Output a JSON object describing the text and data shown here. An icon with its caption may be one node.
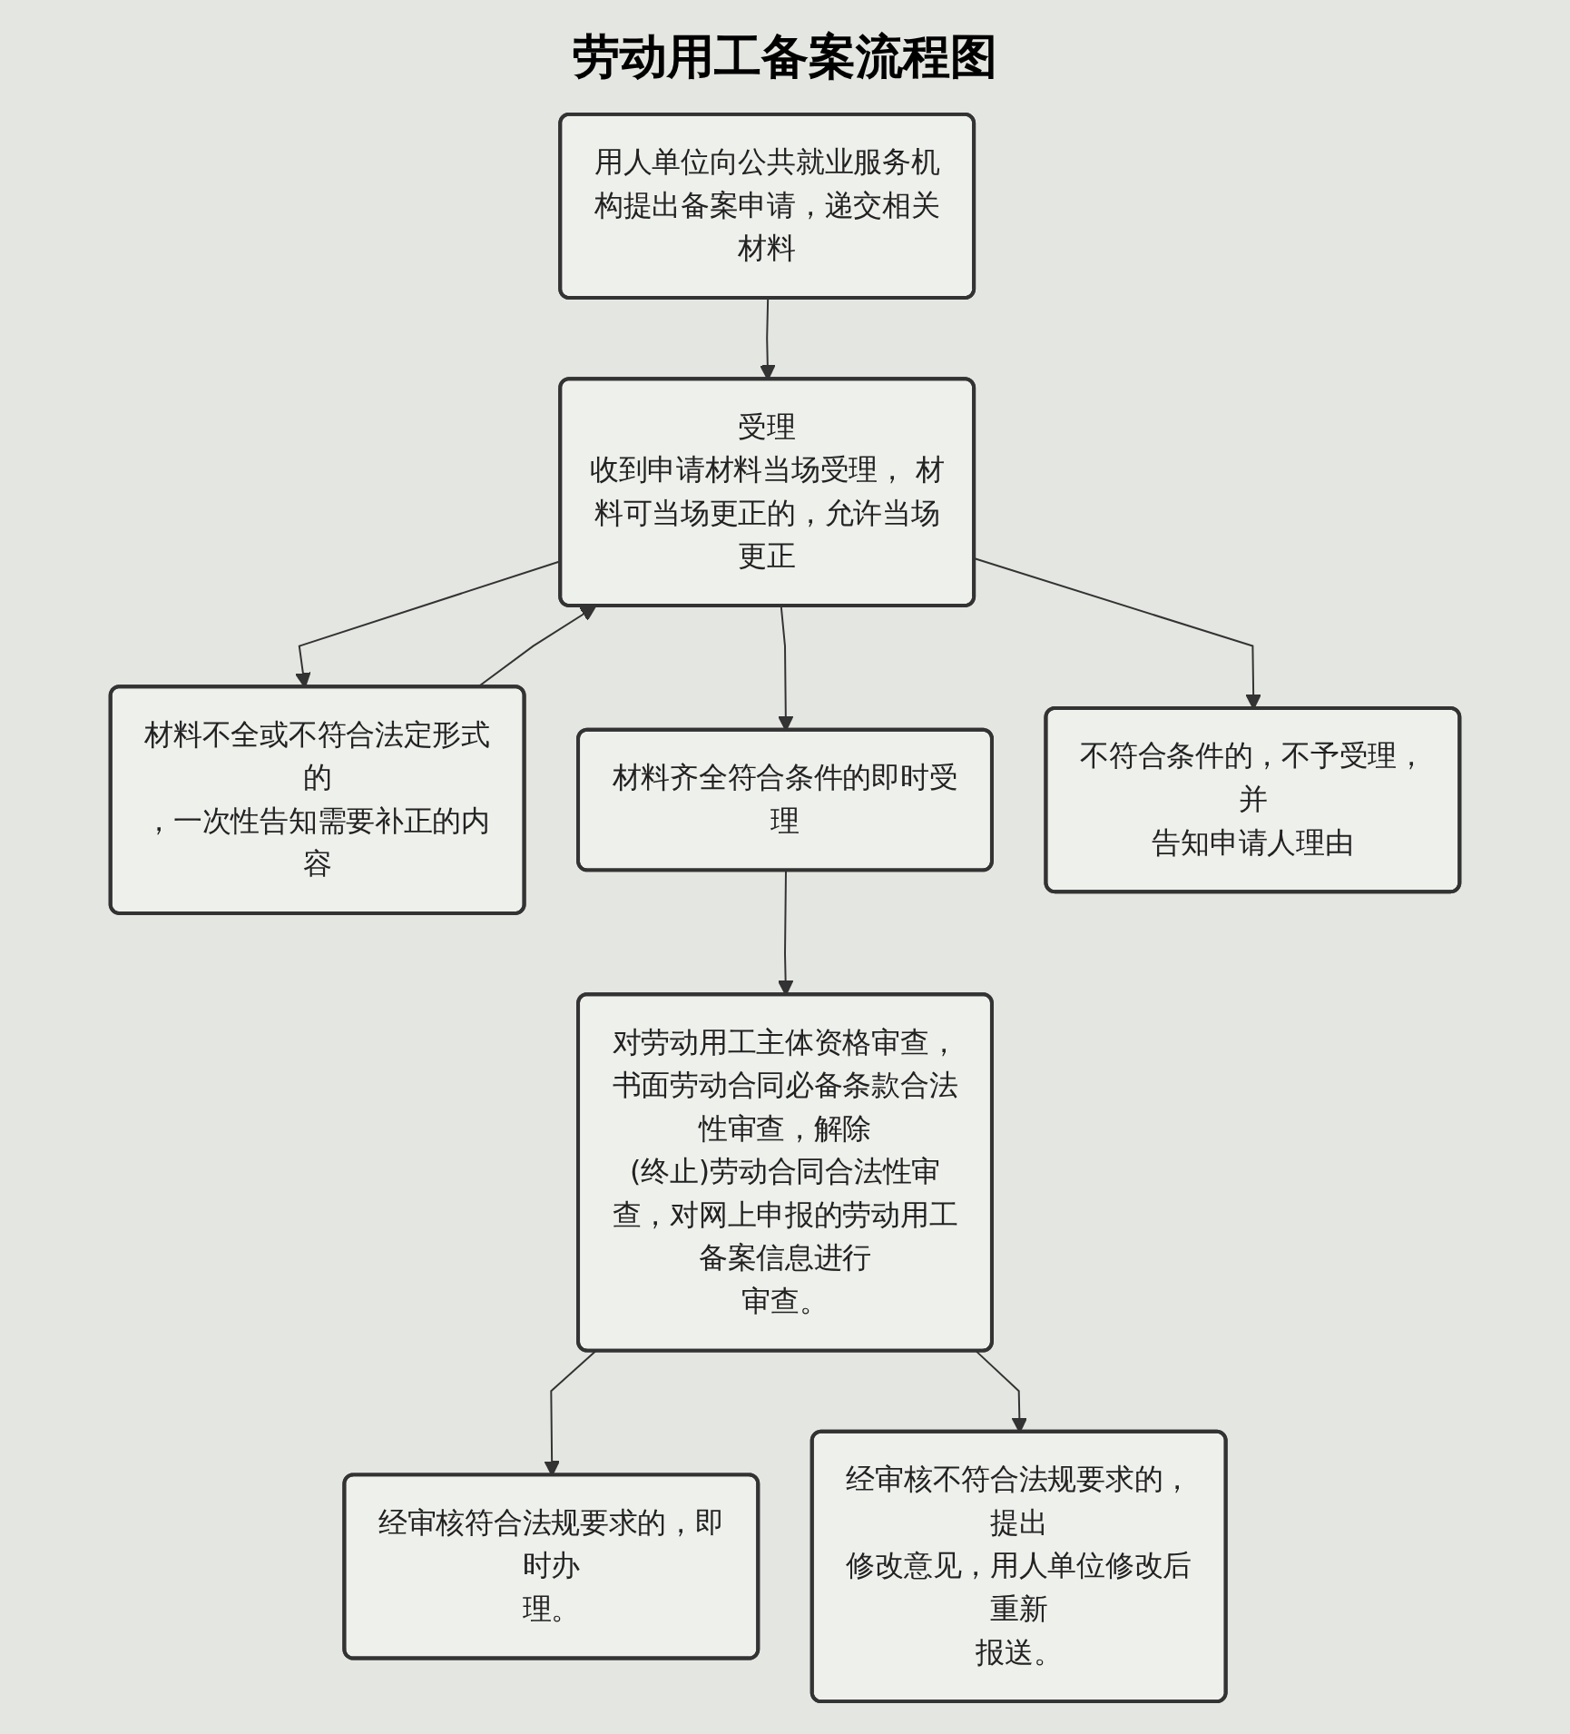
{
  "diagram": {
    "title": "劳动用工备案流程图",
    "nodes": [
      {
        "text": [
          "用人单位向公共就业服务机构提出备案申请，递交相关材料"
        ]
      },
      {
        "text": [
          "受理",
          "收到申请材料当场受理， 材料可当场更正的，允许当场更正"
        ]
      },
      {
        "text": [
          "材料不全或不符合法定形式的，一次性告知需要补正的内容"
        ]
      },
      {
        "text": [
          "材料齐全符合条件的即时受理"
        ]
      },
      {
        "text": [
          "不符合条件的，不予受理，并告知申请人理由"
        ]
      },
      {
        "text": [
          "对劳动用工主体资格审查，书面劳动合同必备条款合法性审查，解除(终止)劳动合同合法性审查，对网上申报的劳动用工备案信息进行审查。"
        ]
      },
      {
        "text": [
          "经审核符合法规要求的，即时办理。"
        ]
      },
      {
        "text": [
          "经审核不符合法规要求的，提出修改意见，用人单位修改后重新报送。"
        ]
      }
    ],
    "edges": [
      {
        "from": 0,
        "to": 1,
        "arrow": "to"
      },
      {
        "from": 1,
        "to": 2,
        "arrow": "to"
      },
      {
        "from": 2,
        "to": 1,
        "arrow": "to"
      },
      {
        "from": 1,
        "to": 3,
        "arrow": "to"
      },
      {
        "from": 1,
        "to": 4,
        "arrow": "to"
      },
      {
        "from": 3,
        "to": 5,
        "arrow": "to"
      },
      {
        "from": 5,
        "to": 6,
        "arrow": "to"
      },
      {
        "from": 5,
        "to": 7,
        "arrow": "to"
      }
    ]
  }
}
